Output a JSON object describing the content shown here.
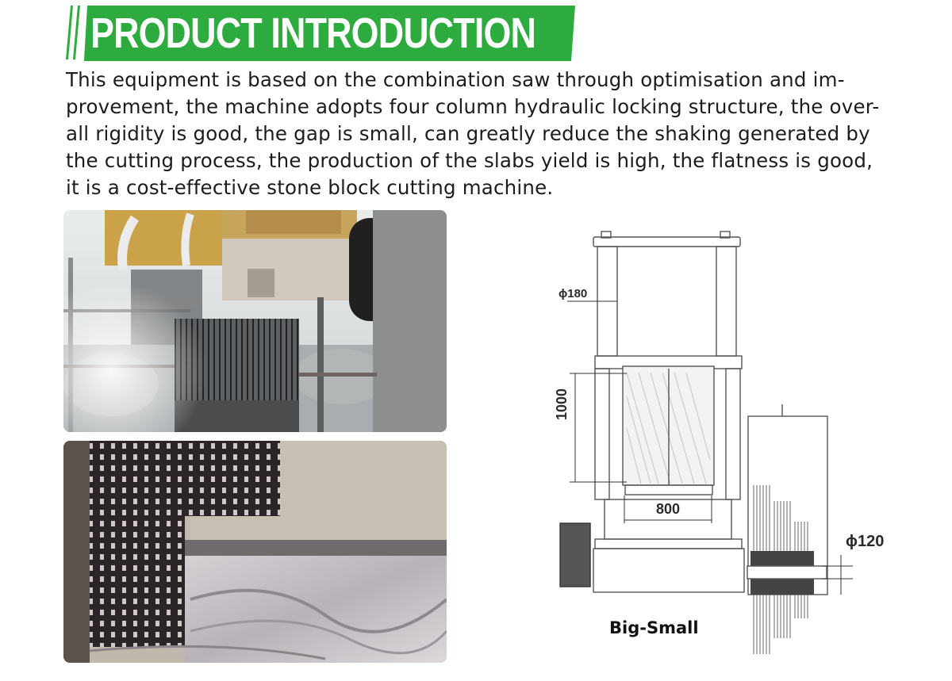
{
  "header": {
    "title": "PRODUCT INTRODUCTION",
    "accent_color": "#2eab3f"
  },
  "intro": {
    "lines": [
      "This equipment is based on the combination saw through optimisation and im-",
      "provement, the machine adopts four column hydraulic locking structure, the over-",
      "all rigidity is good, the gap is small, can greatly reduce the shaking generated by",
      "the cutting process, the production of the slabs yield is high, the flatness is good,",
      "it is a cost-effective stone block cutting machine."
    ]
  },
  "photos": [
    {
      "description": "multi-wire saw cutting a granite block with water spray"
    },
    {
      "description": "diamond wire saw beads above cut patterned stone block"
    }
  ],
  "diagram": {
    "dimensions": {
      "column_diameter": "ϕ180",
      "height": "1000",
      "width": "800",
      "shaft_diameter": "ϕ120"
    },
    "caption": "Big-Small"
  }
}
